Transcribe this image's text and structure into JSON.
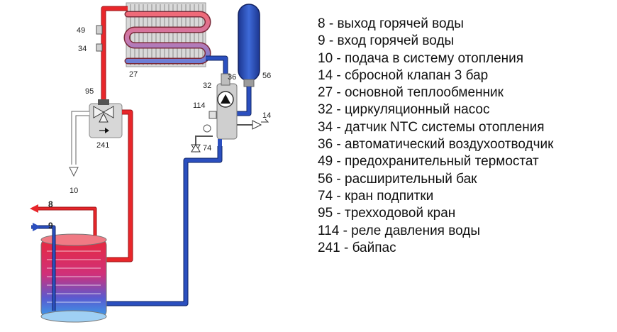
{
  "diagram": {
    "labels": {
      "n8": "8",
      "n9": "9",
      "n10": "10",
      "n14": "14",
      "n27": "27",
      "n32": "32",
      "n34": "34",
      "n36": "36",
      "n49": "49",
      "n56": "56",
      "n74": "74",
      "n95": "95",
      "n114": "114",
      "n241": "241"
    },
    "colors": {
      "hot": "#e8262a",
      "cold": "#1c3f9e",
      "neutral": "#ffffff",
      "component": "#c8c8c8",
      "tank": "#2f55b4"
    }
  },
  "legend": [
    "8 - выход горячей воды",
    "9 - вход горячей воды",
    "10 - подача в систему отопления",
    "14 - сбросной клапан 3 бар",
    "27 - основной теплообменник",
    "32 - циркуляционный насос",
    "34 - датчик NTC системы отопления",
    "36 - автоматический воздухоотводчик",
    "49 - предохранительный термостат",
    "56 - расширительный бак",
    "74 - кран подпитки",
    "95 - трехходовой кран",
    "114 - реле давления воды",
    "241 - байпас"
  ]
}
